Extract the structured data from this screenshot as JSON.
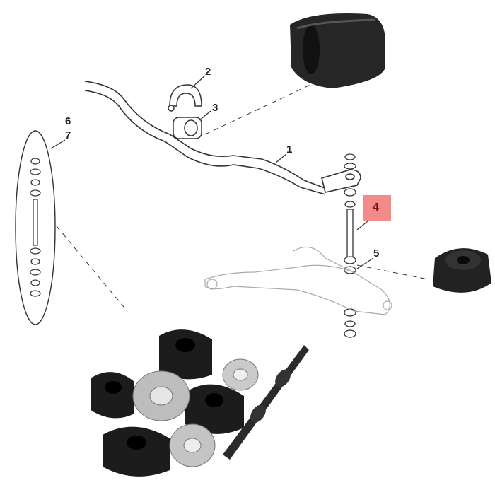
{
  "callouts": {
    "c1": "1",
    "c2": "2",
    "c3": "3",
    "c4": "4",
    "c5": "5",
    "c6": "6",
    "c7": "7"
  },
  "highlight_color": "#f48b8b",
  "highlighted_callout": "4"
}
